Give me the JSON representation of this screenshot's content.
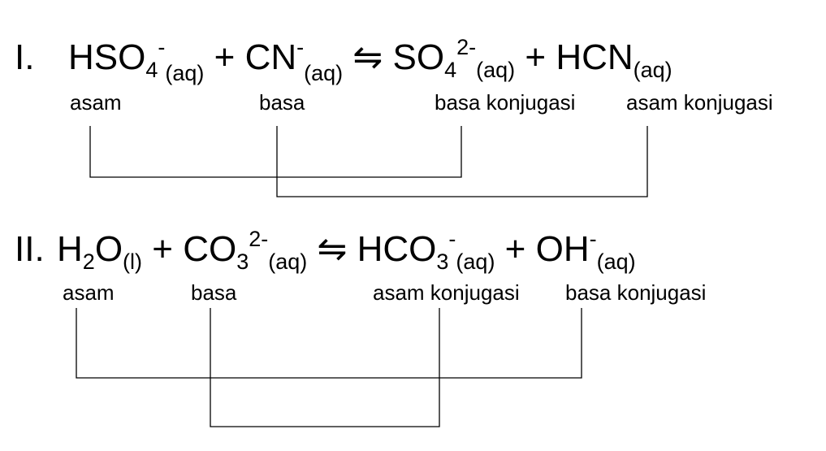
{
  "reactions": [
    {
      "numeral": "I.",
      "species": [
        {
          "formula": "HSO",
          "sub": "4",
          "charge": "-",
          "phase": "(aq)"
        },
        {
          "op": "+"
        },
        {
          "formula": "CN",
          "charge": "-",
          "phase": "(aq)"
        },
        {
          "op": "⇋"
        },
        {
          "formula": "SO",
          "sub": "4",
          "charge": "2-",
          "phase": "(aq)"
        },
        {
          "op": "+"
        },
        {
          "formula": "HCN",
          "phase": "(aq)"
        }
      ],
      "labels": [
        "asam",
        "basa",
        "basa konjugasi",
        "asam konjugasi"
      ]
    },
    {
      "numeral": "II.",
      "species": [
        {
          "formula": "H",
          "sub": "2",
          "formula2": "O",
          "phase": "(l)"
        },
        {
          "op": "+"
        },
        {
          "formula": "CO",
          "sub": "3",
          "charge": "2-",
          "phase": "(aq)"
        },
        {
          "op": "⇋"
        },
        {
          "formula": "HCO",
          "sub": "3",
          "charge": "-",
          "phase": "(aq)"
        },
        {
          "op": "+"
        },
        {
          "formula": "OH",
          "charge": "-",
          "phase": "(aq)"
        }
      ],
      "labels": [
        "asam",
        "basa",
        "asam konjugasi",
        "basa konjugasi"
      ]
    }
  ]
}
